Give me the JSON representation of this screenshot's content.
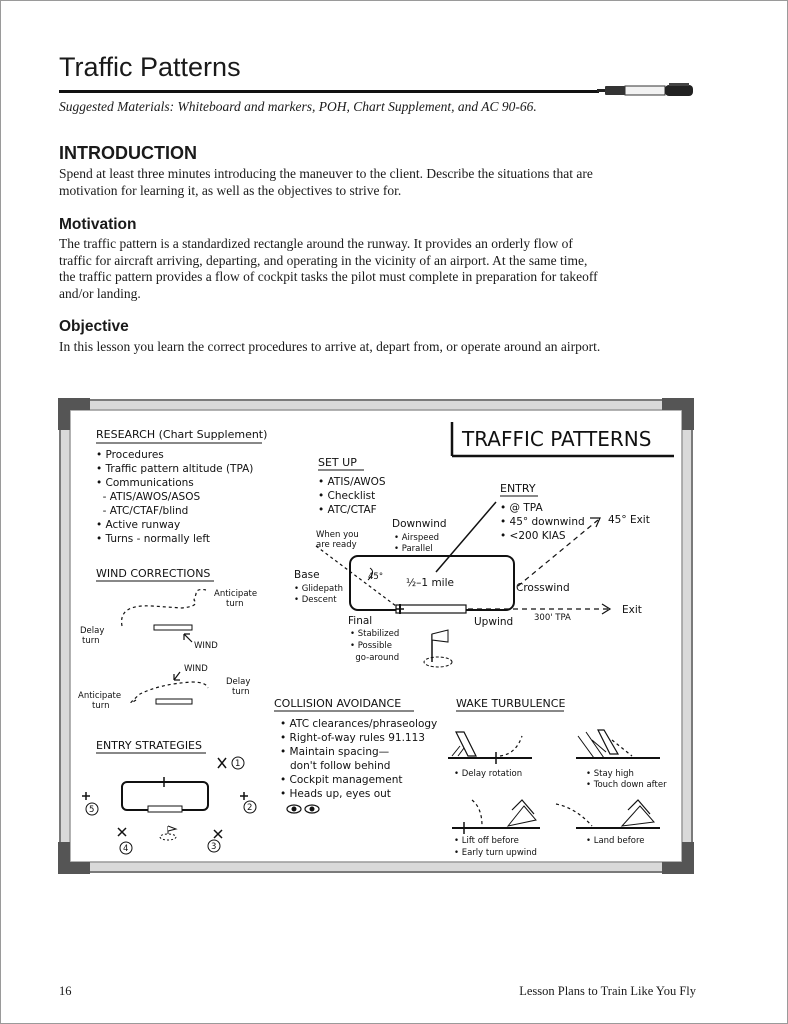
{
  "page": {
    "title": "Traffic Patterns",
    "materials": "Suggested Materials: Whiteboard and markers, POH, Chart Supplement, and AC 90-66.",
    "intro_heading": "INTRODUCTION",
    "intro_text": "Spend at least three minutes introducing the maneuver to the client. Describe the situations that are motivation for learning it, as well as the objectives to strive for.",
    "motivation_heading": "Motivation",
    "motivation_text": "The traffic pattern is a standardized rectangle around the runway. It provides an orderly flow of traffic for aircraft arriving, departing, and operating in the vicinity of an airport. At the same time, the traffic pattern provides a flow of cockpit tasks the pilot must complete in preparation for takeoff and/or landing.",
    "objective_heading": "Objective",
    "objective_text": "In this lesson you learn the correct procedures to arrive at, depart from, or operate around an airport.",
    "page_number": "16",
    "book_title": "Lesson Plans to Train Like You Fly"
  },
  "whiteboard": {
    "title": "TRAFFIC PATTERNS",
    "research_heading": "RESEARCH (Chart Supplement)",
    "research_items": [
      "• Procedures",
      "• Traffic pattern altitude (TPA)",
      "• Communications",
      "  - ATIS/AWOS/ASOS",
      "  - ATC/CTAF/blind",
      "• Active runway",
      "• Turns - normally left"
    ],
    "setup_heading": "SET UP",
    "setup_items": [
      "• ATIS/AWOS",
      "• Checklist",
      "• ATC/CTAF"
    ],
    "entry_heading": "ENTRY",
    "entry_items": [
      "• @ TPA",
      "• 45° downwind",
      "• <200 KIAS"
    ],
    "exit_45": "45° Exit",
    "exit": "Exit",
    "when_ready": [
      "When you",
      "are ready"
    ],
    "downwind": "Downwind",
    "downwind_items": [
      "• Airspeed",
      "• Parallel"
    ],
    "base": "Base",
    "base_items": [
      "• Glidepath",
      "• Descent"
    ],
    "final": "Final",
    "final_items": [
      "• Stabilized",
      "• Possible",
      "  go-around"
    ],
    "distance": "½–1 mile",
    "angle": "45°",
    "crosswind": "Crosswind",
    "upwind": "Upwind",
    "tpa_note": "300' TPA",
    "wind_heading": "WIND CORRECTIONS",
    "anticipate_turn": [
      "Anticipate",
      "turn"
    ],
    "delay_turn": [
      "Delay",
      "turn"
    ],
    "wind": "WIND",
    "entry_strategies_heading": "ENTRY STRATEGIES",
    "strategy_numbers": [
      "1",
      "2",
      "3",
      "4",
      "5"
    ],
    "collision_heading": "COLLISION AVOIDANCE",
    "collision_items": [
      "• ATC clearances/phraseology",
      "• Right-of-way rules 91.113",
      "• Maintain spacing—",
      "   don't follow behind",
      "• Cockpit management",
      "• Heads up, eyes out"
    ],
    "wake_heading": "WAKE TURBULENCE",
    "wake_items": {
      "delay": "• Delay rotation",
      "stay_high": [
        "• Stay high",
        "• Touch down after"
      ],
      "lift_off": [
        "• Lift off before",
        "• Early turn upwind"
      ],
      "land_before": "• Land before"
    }
  }
}
